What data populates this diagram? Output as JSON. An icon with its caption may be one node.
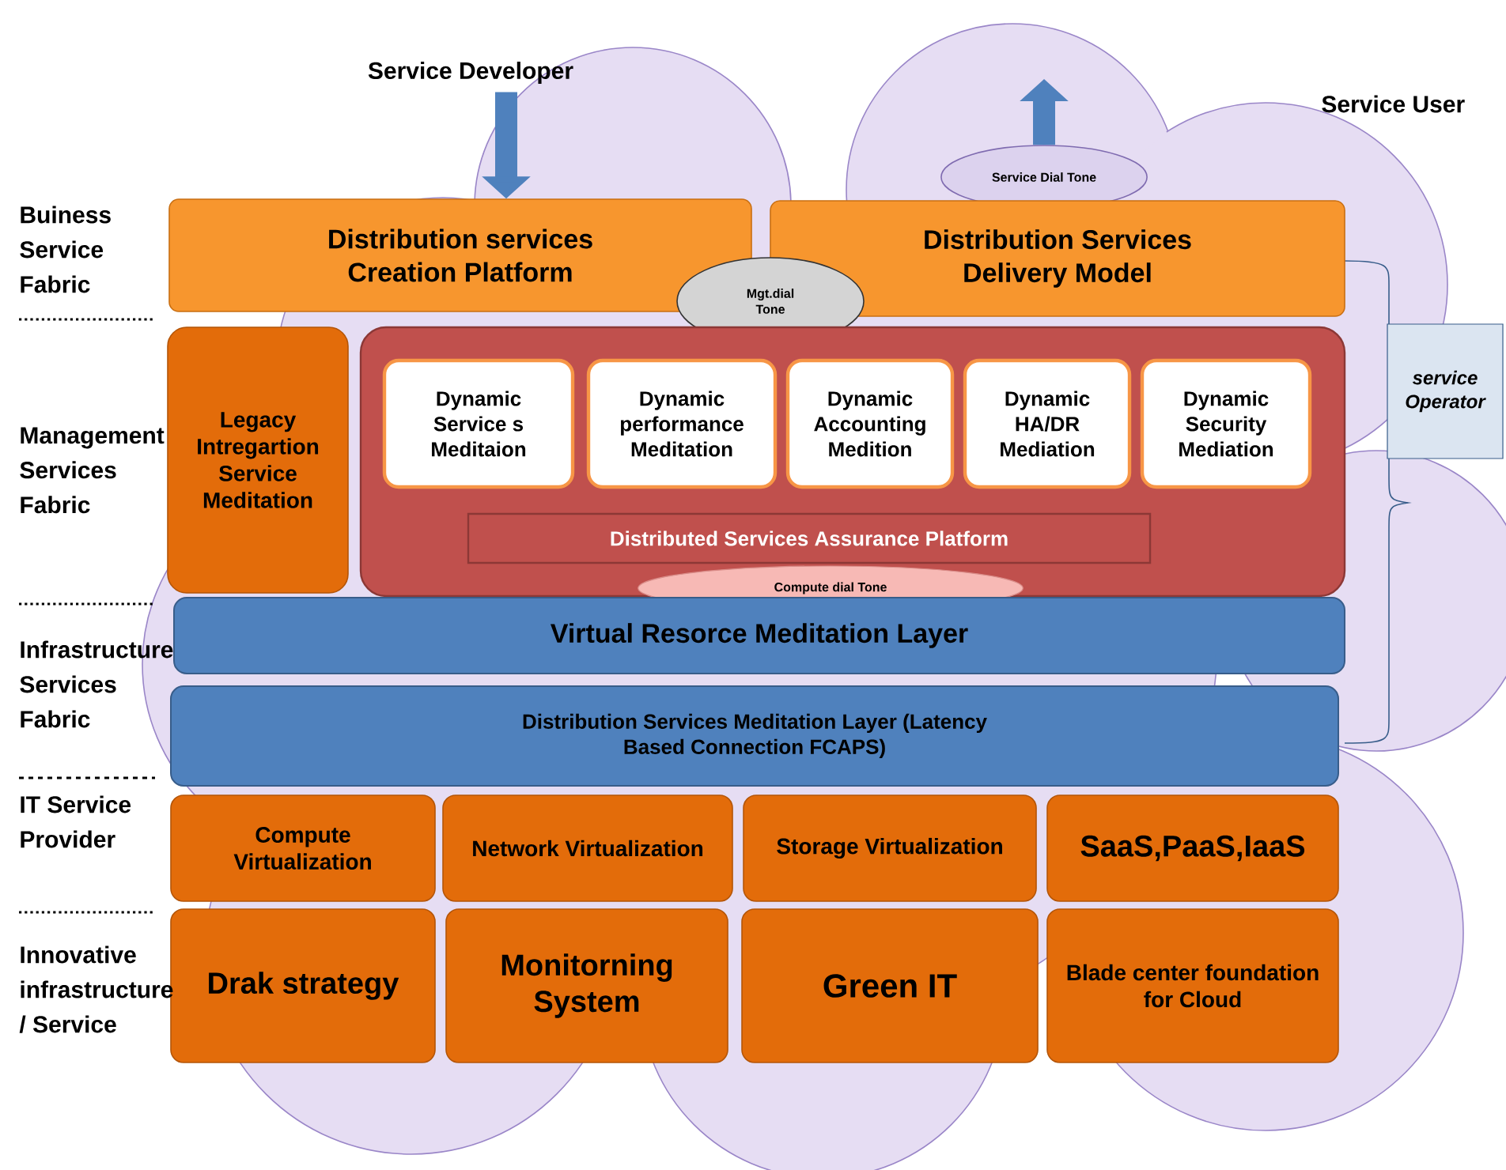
{
  "diagram": {
    "nodes": [
      {
        "text": [
          "Service Developer"
        ]
      },
      {
        "text": [
          "Service Dial Tone"
        ]
      },
      {
        "text": [
          "Distribution services Creation Platform"
        ]
      },
      {
        "text": [
          "Distribution Services Delivery Model"
        ]
      },
      {
        "text": [
          "Mgt.dial Tone"
        ]
      },
      {
        "text": [
          "Legacy Intregartion Service Meditation"
        ]
      },
      {
        "text": [],
        "shape": "box"
      },
      {
        "text": [
          "Dynamic Service s Meditaion"
        ],
        "in": 6
      },
      {
        "text": [
          "Dynamic performance Meditation"
        ],
        "in": 6
      },
      {
        "text": [
          "Dynamic Accounting Medition"
        ],
        "in": 6
      },
      {
        "text": [
          "Dynamic HA/DR Mediation"
        ],
        "in": 6
      },
      {
        "text": [
          "Dynamic Security Mediation"
        ],
        "in": 6
      },
      {
        "text": [
          "Distributed Services Assurance Platform"
        ],
        "in": 6
      },
      {
        "text": [
          "Compute dial Tone"
        ]
      },
      {
        "text": [
          "Virtual Resorce Meditation Layer"
        ]
      },
      {
        "text": [
          "Distribution Services Meditation Layer (Latency Based Connection FCAPS)"
        ]
      },
      {
        "text": [
          "service Operator"
        ]
      },
      {
        "text": [
          "Compute Virtualization"
        ]
      },
      {
        "text": [
          "Network Virtualization"
        ]
      },
      {
        "text": [
          "Storage Virtualization"
        ]
      },
      {
        "text": [
          "SaaS,PaaS,IaaS"
        ]
      },
      {
        "text": [
          "Drak strategy"
        ]
      },
      {
        "text": [
          "Monitorning System"
        ]
      },
      {
        "text": [
          "Green IT"
        ]
      },
      {
        "text": [
          "Blade center foundation for Cloud"
        ]
      }
    ],
    "edges": [
      {
        "from": 0,
        "to": 2,
        "arrow": "to"
      },
      {
        "from": 1,
        "to": null,
        "arrow": "to"
      }
    ],
    "labels": [
      "Service User",
      "Buiness Service Fabric",
      "Management Services Fabric",
      "Infrastructure Services Fabric",
      "IT Service Provider",
      "Innovative infrastructure / Service"
    ]
  }
}
